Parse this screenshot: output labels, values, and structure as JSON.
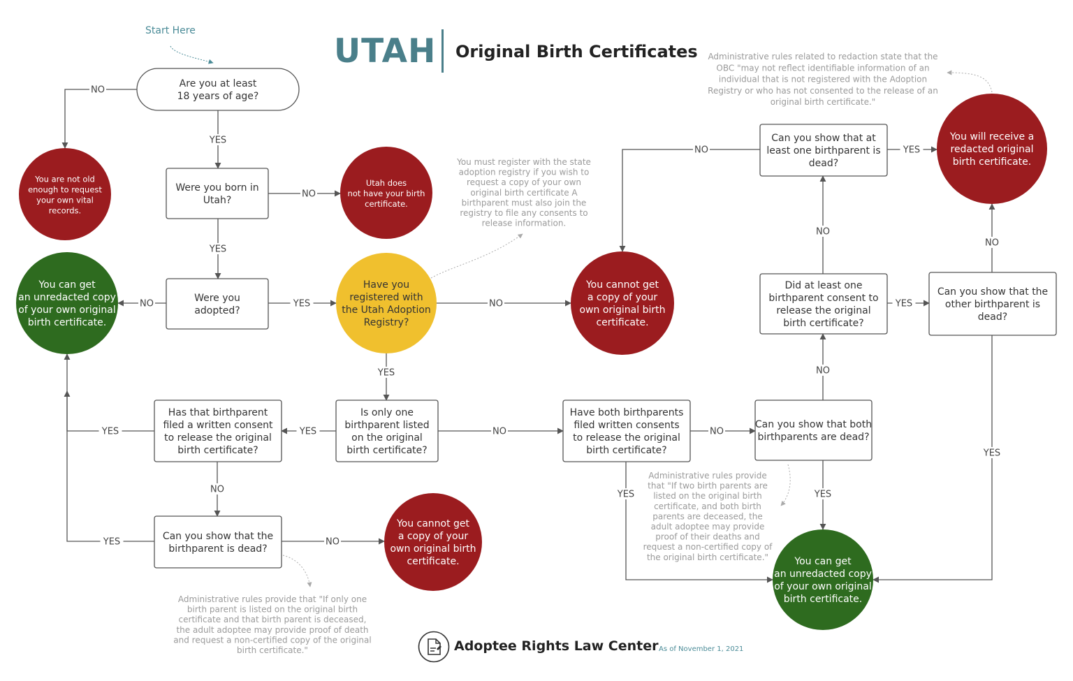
{
  "header": {
    "state": "UTAH",
    "title": "Original Birth Certificates",
    "start_label": "Start Here"
  },
  "footer": {
    "org": "Adoptee Rights Law Center",
    "date": "As of November 1, 2021"
  },
  "colors": {
    "red": "#9b1c1f",
    "green": "#2e6b1f",
    "yellow": "#f0c02e",
    "accent": "#4a7f8a",
    "line": "#555555"
  },
  "nodes": [
    {
      "id": "age",
      "shape": "pill",
      "lines": [
        "Are you at least",
        "18 years of age?"
      ]
    },
    {
      "id": "born",
      "shape": "rect",
      "lines": [
        "Were you born in",
        "Utah?"
      ]
    },
    {
      "id": "adopted",
      "shape": "rect",
      "lines": [
        "Were you",
        "adopted?"
      ]
    },
    {
      "id": "registry",
      "shape": "circle",
      "color": "yellow",
      "lines": [
        "Have you",
        "registered with",
        "the Utah Adoption",
        "Registry?"
      ]
    },
    {
      "id": "only_one",
      "shape": "rect",
      "lines": [
        "Is only one",
        "birthparent listed",
        "on the original",
        "birth certificate?"
      ]
    },
    {
      "id": "written_consent",
      "shape": "rect",
      "lines": [
        "Has that birthparent",
        "filed a written consent",
        "to release the original",
        "birth certificate?"
      ]
    },
    {
      "id": "parent_dead",
      "shape": "rect",
      "lines": [
        "Can you show that the",
        "birthparent is dead?"
      ]
    },
    {
      "id": "both_consents",
      "shape": "rect",
      "lines": [
        "Have both birthparents",
        "filed written consents",
        "to release the original",
        "birth certificate?"
      ]
    },
    {
      "id": "both_dead",
      "shape": "rect",
      "lines": [
        "Can you show that both",
        "birthparents are dead?"
      ]
    },
    {
      "id": "one_consent",
      "shape": "rect",
      "lines": [
        "Did at least one",
        "birthparent consent to",
        "release the original",
        "birth certificate?"
      ]
    },
    {
      "id": "one_dead",
      "shape": "rect",
      "lines": [
        "Can you show that at",
        "least one birthparent is",
        "dead?"
      ]
    },
    {
      "id": "other_dead",
      "shape": "rect",
      "lines": [
        "Can you show  that  the",
        "other birthparent is",
        "dead?"
      ]
    },
    {
      "id": "not_old",
      "shape": "circle",
      "color": "red",
      "lines": [
        "You are not old",
        "enough to request",
        "your own vital",
        "records."
      ]
    },
    {
      "id": "no_utah",
      "shape": "circle",
      "color": "red",
      "lines": [
        "Utah does",
        "not have your birth",
        "certificate."
      ]
    },
    {
      "id": "unredacted1",
      "shape": "circle",
      "color": "green",
      "lines": [
        "You can get",
        "an unredacted copy",
        "of your own original",
        "birth certificate."
      ]
    },
    {
      "id": "cannot1",
      "shape": "circle",
      "color": "red",
      "lines": [
        "You cannot get",
        "a copy of your",
        "own original birth",
        "certificate."
      ]
    },
    {
      "id": "cannot2",
      "shape": "circle",
      "color": "red",
      "lines": [
        "You cannot get",
        "a copy of your",
        "own original birth",
        "certificate."
      ]
    },
    {
      "id": "redacted",
      "shape": "circle",
      "color": "red",
      "lines": [
        "You will receive a",
        "redacted original",
        "birth certificate."
      ]
    },
    {
      "id": "unredacted2",
      "shape": "circle",
      "color": "green",
      "lines": [
        "You can get",
        "an unredacted copy",
        "of your own original",
        "birth certificate."
      ]
    }
  ],
  "edges": [
    {
      "from": "age",
      "to": "not_old",
      "label": "NO"
    },
    {
      "from": "age",
      "to": "born",
      "label": "YES"
    },
    {
      "from": "born",
      "to": "no_utah",
      "label": "NO"
    },
    {
      "from": "born",
      "to": "adopted",
      "label": "YES"
    },
    {
      "from": "adopted",
      "to": "unredacted1",
      "label": "NO"
    },
    {
      "from": "adopted",
      "to": "registry",
      "label": "YES"
    },
    {
      "from": "registry",
      "to": "cannot1",
      "label": "NO"
    },
    {
      "from": "registry",
      "to": "only_one",
      "label": "YES"
    },
    {
      "from": "only_one",
      "to": "written_consent",
      "label": "YES"
    },
    {
      "from": "only_one",
      "to": "both_consents",
      "label": "NO"
    },
    {
      "from": "written_consent",
      "to": "unredacted1",
      "label": "YES"
    },
    {
      "from": "written_consent",
      "to": "parent_dead",
      "label": "NO"
    },
    {
      "from": "parent_dead",
      "to": "unredacted1",
      "label": "YES"
    },
    {
      "from": "parent_dead",
      "to": "cannot2",
      "label": "NO"
    },
    {
      "from": "both_consents",
      "to": "both_dead",
      "label": "NO"
    },
    {
      "from": "both_consents",
      "to": "unredacted2",
      "label": "YES"
    },
    {
      "from": "both_dead",
      "to": "unredacted2",
      "label": "YES"
    },
    {
      "from": "both_dead",
      "to": "one_consent",
      "label": "NO"
    },
    {
      "from": "one_consent",
      "to": "other_dead",
      "label": "YES"
    },
    {
      "from": "one_consent",
      "to": "one_dead",
      "label": "NO"
    },
    {
      "from": "one_dead",
      "to": "redacted",
      "label": "YES"
    },
    {
      "from": "one_dead",
      "to": "cannot1",
      "label": "NO"
    },
    {
      "from": "other_dead",
      "to": "redacted",
      "label": "NO"
    },
    {
      "from": "other_dead",
      "to": "unredacted2",
      "label": "YES"
    }
  ],
  "notes": [
    {
      "id": "note_registry",
      "lines": [
        "You must register with the state",
        "adoption registry if you wish to",
        "request a copy of your own",
        "original birth certificate A",
        "birthparent must also join the",
        "registry to file any consents to",
        "release information."
      ]
    },
    {
      "id": "note_redaction",
      "lines": [
        "Administrative rules related to redaction state that the",
        "OBC \"may not reflect identifiable information of an",
        "individual that is not registered with the Adoption",
        "Registry or who has not consented to the release of an",
        "original birth certificate.\""
      ]
    },
    {
      "id": "note_one_parent",
      "lines": [
        "Administrative rules provide that \"If only one",
        "birth parent is listed on the original birth",
        "certificate and that birth parent is deceased,",
        "the adult adoptee may provide proof of death",
        "and request a non-certified copy of the original",
        "birth certificate.\""
      ]
    },
    {
      "id": "note_two_parents",
      "lines": [
        "Administrative rules provide",
        "that \"If two birth parents are",
        "listed on the original birth",
        "certificate, and both birth",
        "parents are deceased, the",
        "adult adoptee may provide",
        "proof of their deaths and",
        "request a non-certified copy of",
        "the original birth certificate.\""
      ]
    }
  ]
}
